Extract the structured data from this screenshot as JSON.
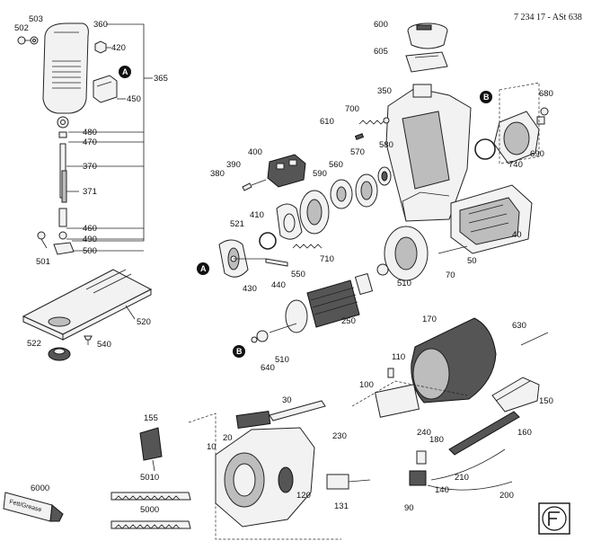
{
  "header": {
    "doc_id": "7 234 17 - ASt 638"
  },
  "badges": {
    "A": "A",
    "B": "B"
  },
  "glyphs": {
    "dash_word": "Fett/Grease"
  },
  "labels": {
    "p503": "503",
    "p502": "502",
    "p360": "360",
    "p420": "420",
    "p365": "365",
    "p450": "450",
    "p480": "480",
    "p470": "470",
    "p370": "370",
    "p371": "371",
    "p460": "460",
    "p490": "490",
    "p500": "500",
    "p501": "501",
    "p520": "520",
    "p522": "522",
    "p540": "540",
    "p600": "600",
    "p605": "605",
    "p350": "350",
    "p680": "680",
    "p700": "700",
    "p610": "610",
    "p580": "580",
    "p740": "740",
    "p690": "690",
    "p400": "400",
    "p390": "390",
    "p380": "380",
    "p590": "590",
    "p560": "560",
    "p570": "570",
    "p410": "410",
    "p521": "521",
    "p40": "40",
    "p710": "710",
    "p550": "550",
    "p50": "50",
    "p440": "440",
    "p430": "430",
    "p510a": "510",
    "p70": "70",
    "p250": "250",
    "p510b": "510",
    "p640": "640",
    "p170": "170",
    "p630": "630",
    "p110": "110",
    "p100": "100",
    "p150": "150",
    "p30": "30",
    "p155": "155",
    "p20": "20",
    "p230": "230",
    "p10": "10",
    "p240": "240",
    "p180": "180",
    "p160": "160",
    "p210": "210",
    "p200": "200",
    "p120": "120",
    "p131": "131",
    "p140": "140",
    "p90": "90",
    "p6000": "6000",
    "p5010": "5010",
    "p5000": "5000"
  }
}
